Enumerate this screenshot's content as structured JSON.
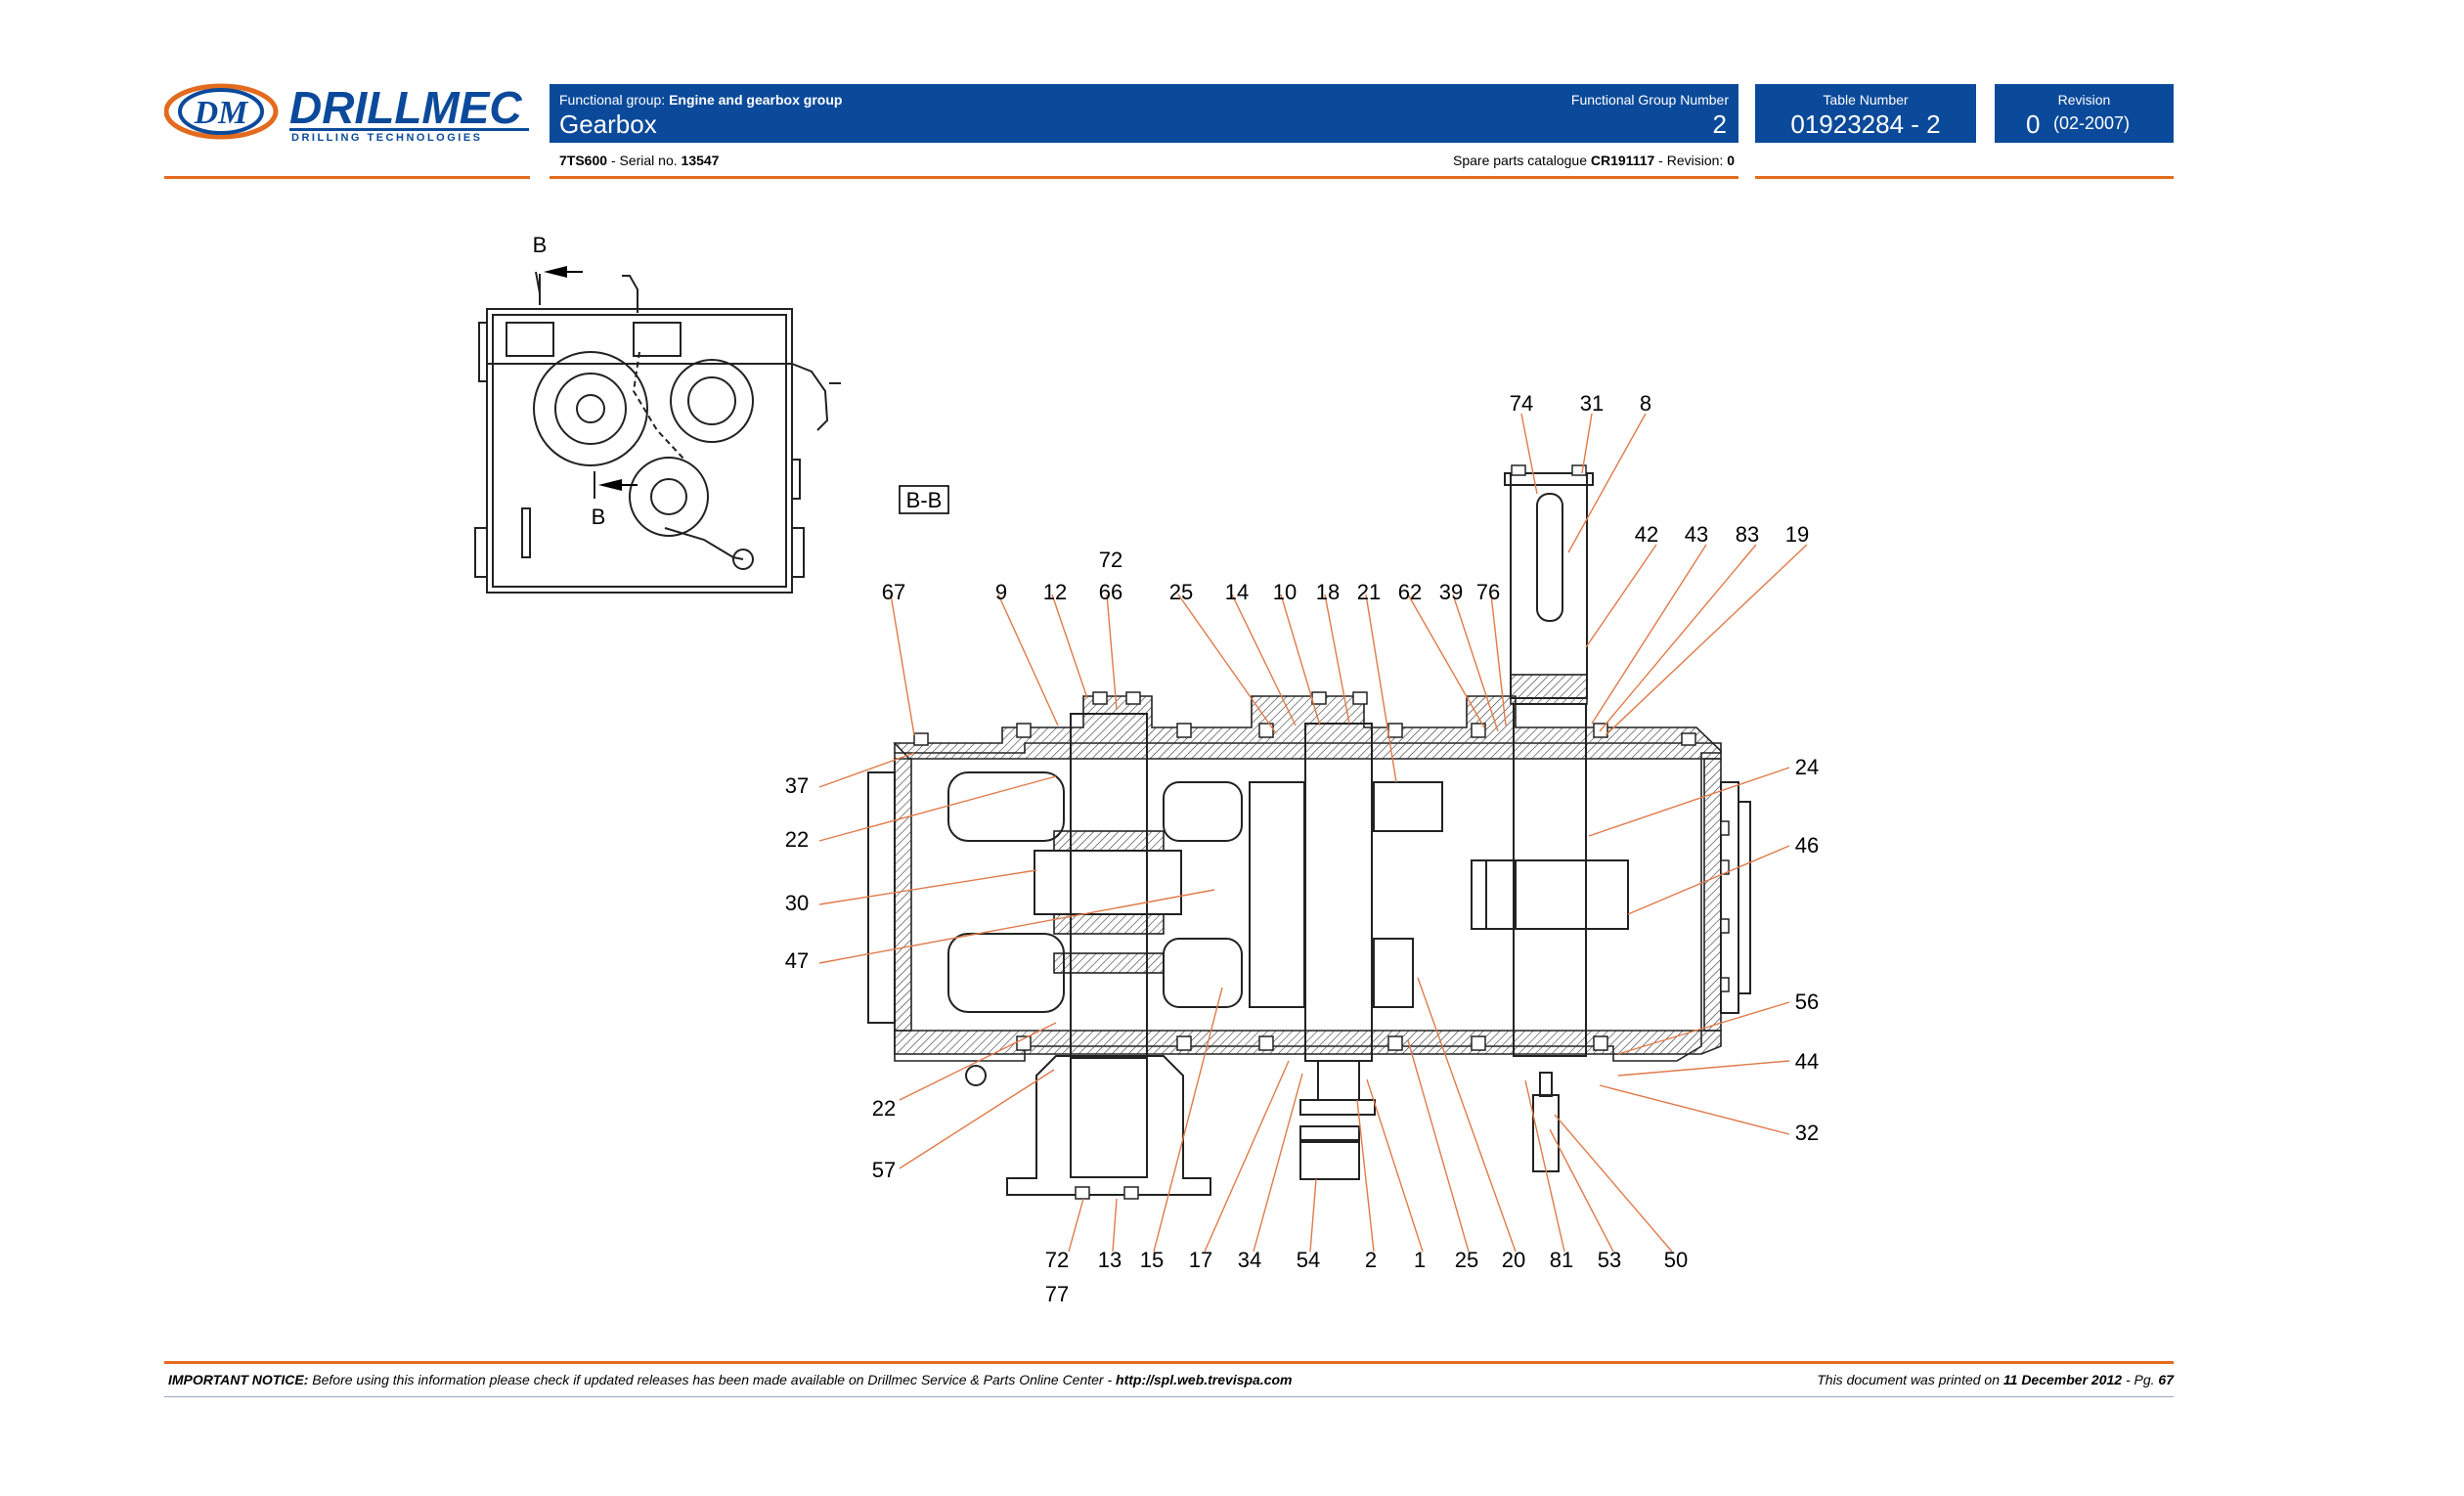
{
  "header": {
    "logo_text": "DRILLMEC",
    "logo_subtext": "DRILLING TECHNOLOGIES",
    "functional_group_label": "Functional group:",
    "functional_group_value": "Engine and gearbox group",
    "title": "Gearbox",
    "functional_group_number_label": "Functional Group Number",
    "functional_group_number": "2",
    "table_number_label": "Table Number",
    "table_number": "01923284 - 2",
    "revision_label": "Revision",
    "revision_number": "0",
    "revision_date": "(02-2007)"
  },
  "subheader": {
    "model": "7TS600",
    "serial_label": "- Serial no.",
    "serial": "13547",
    "catalogue_label": "Spare parts catalogue",
    "catalogue": "CR191117",
    "revision_label": "- Revision:",
    "revision": "0"
  },
  "drawing": {
    "section_tag": "B-B",
    "section_marker": "B",
    "callouts": {
      "c74": "74",
      "c31": "31",
      "c8": "8",
      "c42": "42",
      "c43": "43",
      "c83": "83",
      "c19": "19",
      "c72top": "72",
      "c67": "67",
      "c9": "9",
      "c12": "12",
      "c66": "66",
      "c25top": "25",
      "c14": "14",
      "c10": "10",
      "c18": "18",
      "c21": "21",
      "c62": "62",
      "c39": "39",
      "c76": "76",
      "c37": "37",
      "c22a": "22",
      "c30": "30",
      "c47": "47",
      "c22b": "22",
      "c57": "57",
      "c24": "24",
      "c46": "46",
      "c56": "56",
      "c44": "44",
      "c32": "32",
      "c72bot": "72",
      "c13": "13",
      "c15": "15",
      "c17": "17",
      "c34": "34",
      "c54": "54",
      "c2": "2",
      "c1": "1",
      "c25bot": "25",
      "c20": "20",
      "c81": "81",
      "c53": "53",
      "c50": "50",
      "c77": "77"
    }
  },
  "footer": {
    "notice_label": "IMPORTANT NOTICE:",
    "notice_text": "Before using this information please check if updated releases has been made available on Drillmec Service & Parts Online Center -",
    "url": "http://spl.web.trevispa.com",
    "printed_prefix": "This document was printed on",
    "printed_date": "11 December 2012",
    "page_prefix": "- Pg.",
    "page": "67"
  },
  "colors": {
    "header_blue": "#0b4a9a",
    "accent_orange": "#e36a1e",
    "leader_orange": "#e07a4a"
  }
}
